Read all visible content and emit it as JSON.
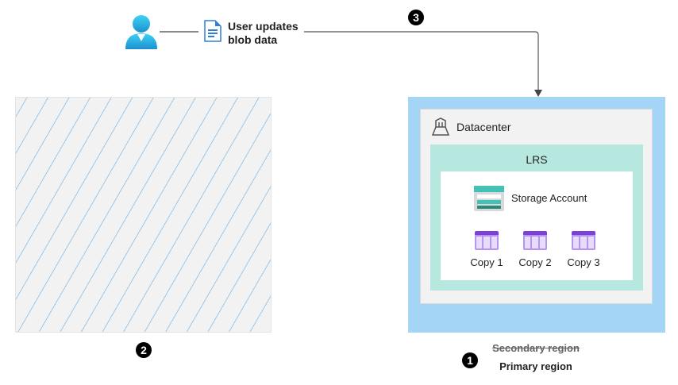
{
  "user_action": "User updates blob data",
  "user_action_line1": "User updates",
  "user_action_line2": "blob data",
  "badges": {
    "b1": "1",
    "b2": "2",
    "b3": "3"
  },
  "datacenter": "Datacenter",
  "lrs": "LRS",
  "storage_account": "Storage Account",
  "copies": [
    "Copy 1",
    "Copy 2",
    "Copy 3"
  ],
  "secondary_region": "Secondary region",
  "primary_region": "Primary region",
  "colors": {
    "region": "#a4d4f6",
    "lrs": "#b6e8e0",
    "copy": "#7a43d6"
  }
}
